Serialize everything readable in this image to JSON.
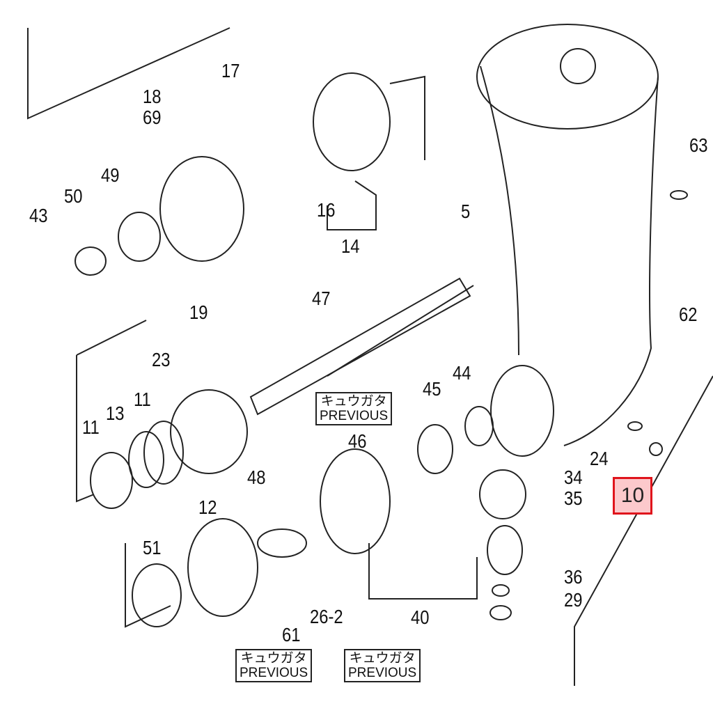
{
  "part_labels": {
    "p17": "17",
    "p18": "18",
    "p69": "69",
    "p49": "49",
    "p50": "50",
    "p43": "43",
    "p16": "16",
    "p14": "14",
    "p19": "19",
    "p47": "47",
    "p5": "5",
    "p63": "63",
    "p62": "62",
    "p23": "23",
    "p11a": "11",
    "p11b": "11",
    "p13": "13",
    "p45": "45",
    "p44": "44",
    "p46": "46",
    "p24": "24",
    "p34": "34",
    "p35": "35",
    "p12": "12",
    "p48": "48",
    "p51": "51",
    "p36": "36",
    "p29": "29",
    "p26_2": "26-2",
    "p40": "40",
    "p61": "61"
  },
  "highlighted_part": "10",
  "previous_boxes": [
    {
      "jp": "キュウガタ",
      "en": "PREVIOUS"
    },
    {
      "jp": "キュウガタ",
      "en": "PREVIOUS"
    },
    {
      "jp": "キュウガタ",
      "en": "PREVIOUS"
    }
  ],
  "colors": {
    "highlight_border": "#e0141c",
    "highlight_fill": "#fcc9cc",
    "line": "#222222"
  }
}
